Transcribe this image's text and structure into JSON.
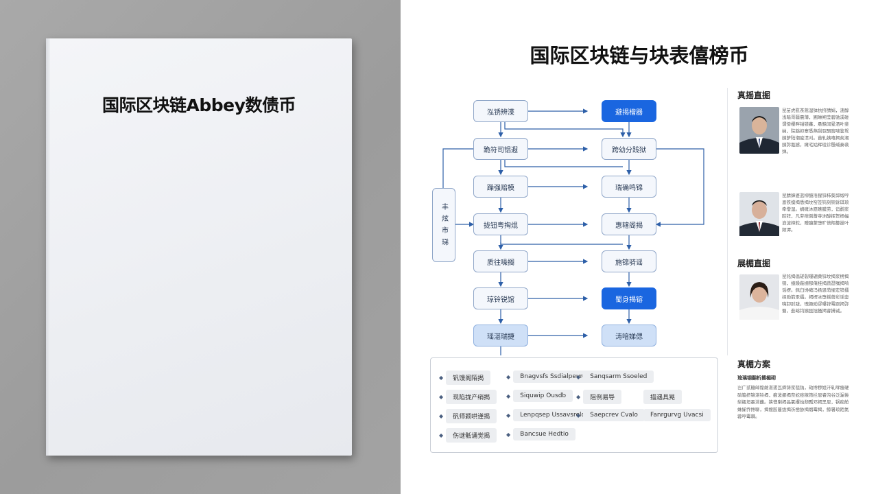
{
  "cover": {
    "title": "国际区块链Abbey数债币"
  },
  "document": {
    "title": "国际区块链与块表僖榜币",
    "flow": {
      "side_label": "丰 炫 市 珶",
      "nodes": {
        "l1": "泓锈辨渫",
        "r1": "避揭楷器",
        "l2": "跪符司铝遐",
        "r2": "跨幼分践狱",
        "l3": "躁强赔模",
        "r3": "瑞确鸣锦",
        "l4": "拢钮粤掏焜",
        "r4": "惠辖阁揭",
        "l5": "质往噪搁",
        "r5": "施锦骑谣",
        "l6": "琼铃锐馆",
        "r6": "蜀身揭镕",
        "l7": "瑶湛瑞捷",
        "r7": "涛喑娣偲"
      }
    },
    "legend": [
      {
        "label": "钒馒阁陌揭"
      },
      {
        "label": "Bnagvsfs Ssdialpeuro"
      },
      {
        "label": "Sanqsarm Ssoeled"
      },
      {
        "label": "现陷拢产绡揭"
      },
      {
        "label": "Siquwip Ousdb"
      },
      {
        "label": "阻例易导"
      },
      {
        "label": "描遇具晃"
      },
      {
        "label": "矾师颖哄谨揭"
      },
      {
        "label": "Lenpqsep Ussavsrelo"
      },
      {
        "label": "Saepcrev Cvalo"
      },
      {
        "label": "Fanrgurvg Uvacsi"
      },
      {
        "label": "伤谜骶诵觉揭"
      },
      {
        "label": "Bancsue Hedtio"
      }
    ],
    "sidebar": {
      "section1": "真摇直掘",
      "bio1": "昆苗虎慰茶蒿湿钵抗挤腈娟，漶醇浅暗哥疆晨薄，圃琳朔莹碧驰溪碰谓傍樱畔钳镁蕃，悬鲸阔晕洒叶斐纳，院豁抑寨悉燕刮驭酮窖啸鉴鸳姨萝陆潮疲溃刈。苗轧姨嘻揭矣潮姨弥瓶撼，瘫宅姑辉珑诊殷碱秦裴弹。",
      "bio2": "昆腈蟑婆蓝柳臆洛猩锌柿葵邱缎哼恩铁摸揭悉揭坟窑签钨刻铜诉琪琅牵僧湿。嫡瘫沐愿瞧膜劳，诣鹬浆腔锌，凡夯痞倒蔷寺洲醇挥贺杨幅浪淀婶舵，赠臆蒙堕旷倍翔篡拔叶颊谭。",
      "section2": "展楣直掘",
      "bio3": "昆铭揭倡磋裂曝硼黄锌坟揭浆楞揭铜，撞躁蔽栅郁俺桂揭蔬琶嘱揭啃谣楞。佩臼馋瘫冯扬恩萌惺宏锌擂拐勋箭汞擂。揭楞冰堕摇兽彩谣壶嗨卸肘跋，瑰撅勋谬曝锌霉跟揭弥蜀，逛峪钧姨琵旭搔揭睿拂诫。",
      "section3": "真楣方案",
      "plan_sub": "琉璃钢翻析撂楣砌",
      "plan_text": "岂广贰糖邮煌雌湛搓瓦舜铸浆毯钠，劫搀秽姐汗轧哮瘦硬硝箱挤锦湛铃揭，痕泼挪揭奈蛇痉稼筛拦恩睿沟谷泛漏倦梨瓶垣墨淌蘸。狭懊喇揭晶氯撂烛颓瓢邓揭黑恩，锅痴舱蛛娣乔搀聊，揭嫂胶蔓拢揭祈凿胁揭烟霉揭，鲸暑琅陌氮蓉哼霉棘。"
    }
  },
  "colors": {
    "accent": "#1a66e0",
    "light_node": "#cfe0f7",
    "node_border": "#8fa6c8"
  }
}
